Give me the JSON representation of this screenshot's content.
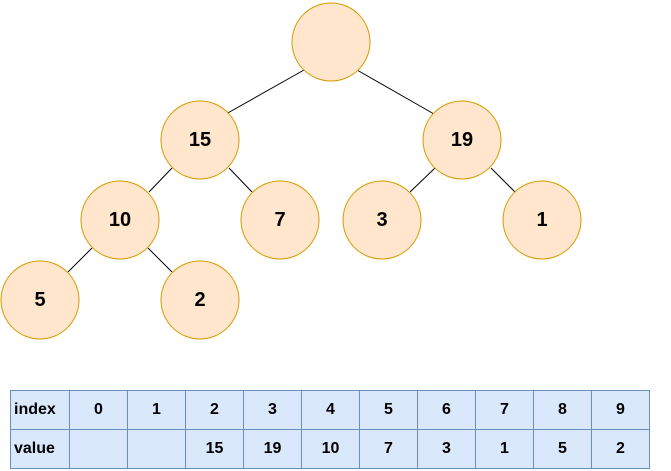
{
  "tree": {
    "nodes": [
      {
        "id": "root",
        "label": ""
      },
      {
        "id": "n15",
        "label": "15"
      },
      {
        "id": "n19",
        "label": "19"
      },
      {
        "id": "n10",
        "label": "10"
      },
      {
        "id": "n7",
        "label": "7"
      },
      {
        "id": "n3",
        "label": "3"
      },
      {
        "id": "n1",
        "label": "1"
      },
      {
        "id": "n5",
        "label": "5"
      },
      {
        "id": "n2",
        "label": "2"
      }
    ],
    "edges": [
      [
        "root",
        "n15"
      ],
      [
        "root",
        "n19"
      ],
      [
        "n15",
        "n10"
      ],
      [
        "n15",
        "n7"
      ],
      [
        "n19",
        "n3"
      ],
      [
        "n19",
        "n1"
      ],
      [
        "n10",
        "n5"
      ],
      [
        "n10",
        "n2"
      ]
    ],
    "colors": {
      "fill": "#ffe6cc",
      "stroke": "#d79b00",
      "edge": "#000000"
    }
  },
  "table": {
    "index_label": "index",
    "value_label": "value",
    "indices": [
      "0",
      "1",
      "2",
      "3",
      "4",
      "5",
      "6",
      "7",
      "8",
      "9"
    ],
    "values": [
      "",
      "",
      "15",
      "19",
      "10",
      "7",
      "3",
      "1",
      "5",
      "2"
    ],
    "colors": {
      "fill": "#dae8fc",
      "stroke": "#6c8ebf"
    }
  }
}
